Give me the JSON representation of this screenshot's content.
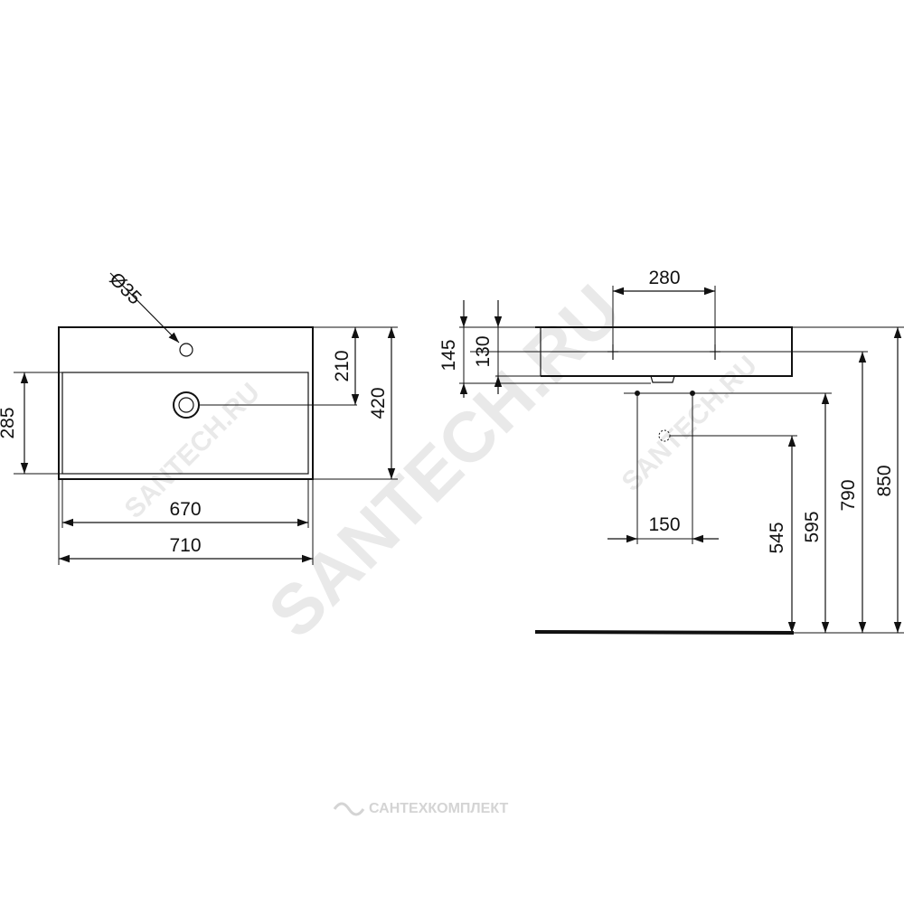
{
  "watermark": {
    "site": "SANTECH.RU",
    "footer": "САНТЕХКОМПЛЕКТ"
  },
  "top_view": {
    "hole_diameter": "Ø35",
    "dim_width_inner": "670",
    "dim_width_outer": "710",
    "dim_depth_basin": "285",
    "dim_hole_to_drain": "210",
    "dim_depth_total": "420"
  },
  "side_view": {
    "dim_bracket_spacing": "280",
    "dim_height_total": "145",
    "dim_height_inner": "130",
    "dim_pipe_spacing": "150",
    "dim_545": "545",
    "dim_595": "595",
    "dim_790": "790",
    "dim_850": "850"
  }
}
